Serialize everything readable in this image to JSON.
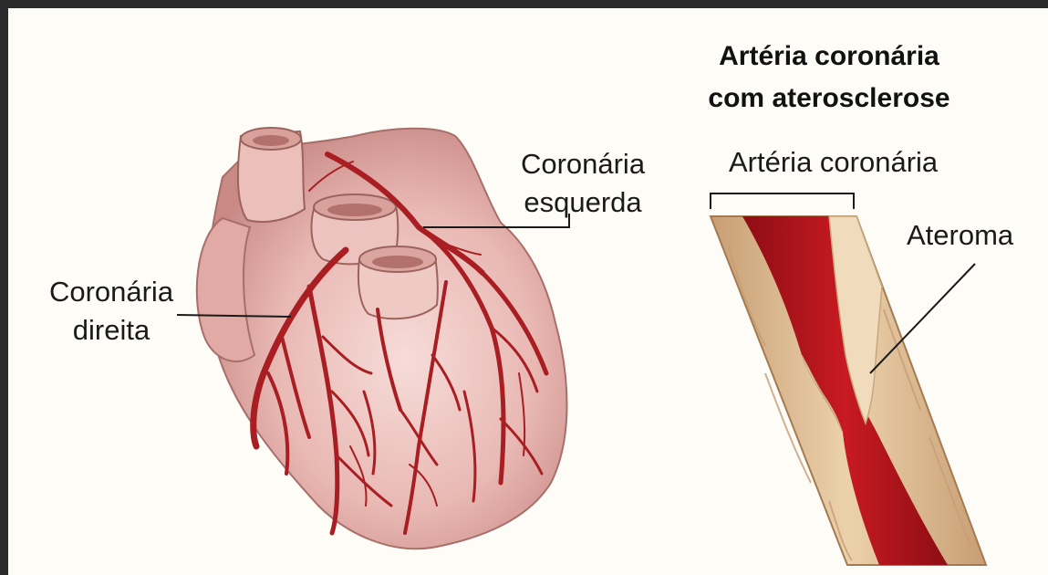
{
  "title": {
    "line1": "Artéria coronária",
    "line2": "com aterosclerose"
  },
  "labels": {
    "coronaria_esquerda_line1": "Coronária",
    "coronaria_esquerda_line2": "esquerda",
    "coronaria_direita_line1": "Coronária",
    "coronaria_direita_line2": "direita",
    "arteria_coronaria": "Artéria coronária",
    "ateroma": "Ateroma"
  },
  "colors": {
    "frame_border": "#2a2a2a",
    "heart_tissue": "#e8b5b0",
    "coronary_vessel": "#a81e22",
    "artery_wall": "#e6c9a4",
    "blood": "#b8141c",
    "plaque": "#f0dcbc"
  }
}
